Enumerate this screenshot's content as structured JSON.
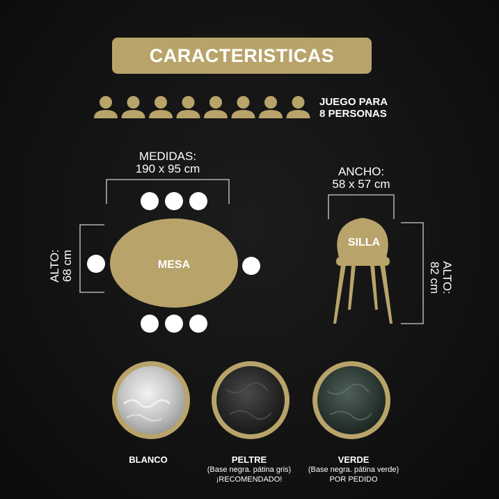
{
  "header": {
    "title": "CARACTERISTICAS"
  },
  "group": {
    "line1": "JUEGO PARA",
    "line2": "8 PERSONAS",
    "icon": "person-icon",
    "count": 8
  },
  "table": {
    "dims_label": "MEDIDAS:",
    "dims_value": "190 x 95 cm",
    "height_label": "ALTO:",
    "height_value": "68 cm",
    "name": "MESA"
  },
  "chair": {
    "width_label": "ANCHO:",
    "width_value": "58 x 57 cm",
    "height_label": "ALTO:",
    "height_value": "82 cm",
    "name": "SILLA"
  },
  "colors": {
    "gold": "#b8a46a",
    "background": "#121212",
    "white": "#ffffff"
  },
  "finishes": [
    {
      "name": "BLANCO",
      "line1": "",
      "line2": "",
      "swatch": "#d8d8d8"
    },
    {
      "name": "PELTRE",
      "line1": "(Base negra. pátina gris)",
      "line2": "¡RECOMENDADO!",
      "swatch": "#2a2a2a"
    },
    {
      "name": "VERDE",
      "line1": "(Base negra. pátina verde)",
      "line2": "POR PEDIDO",
      "swatch": "#2c3a35"
    }
  ]
}
